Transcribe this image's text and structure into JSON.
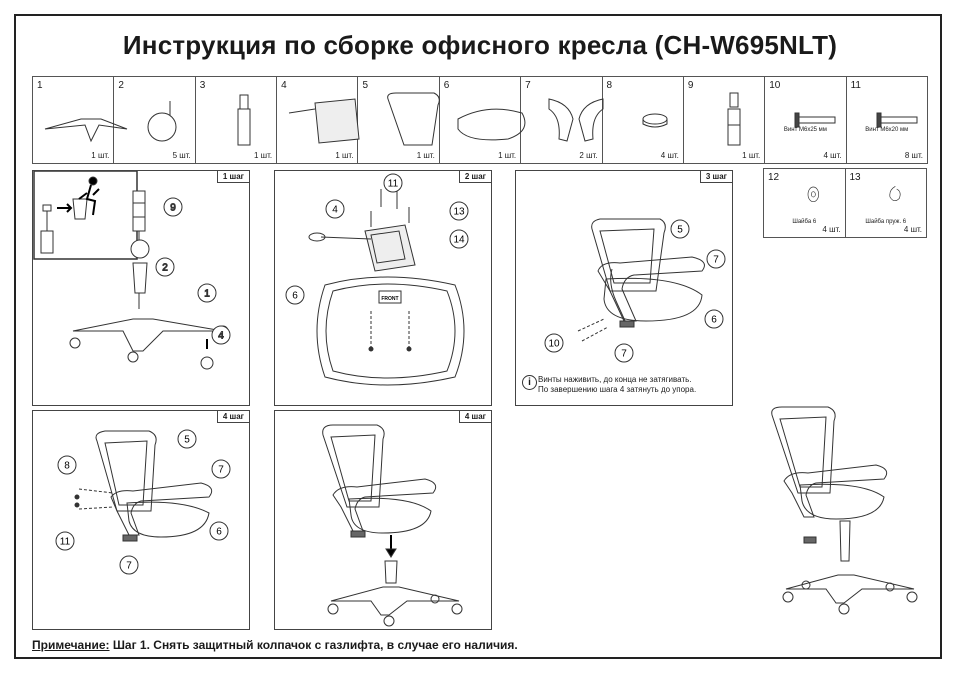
{
  "title": "Инструкция по сборке офисного кресла (CH-W695NLT)",
  "parts": [
    {
      "num": "1",
      "qty": "1 шт.",
      "label": "",
      "icon": "star-base-icon"
    },
    {
      "num": "2",
      "qty": "5 шт.",
      "label": "",
      "icon": "caster-icon"
    },
    {
      "num": "3",
      "qty": "1 шт.",
      "label": "",
      "icon": "gas-lift-icon"
    },
    {
      "num": "4",
      "qty": "1 шт.",
      "label": "",
      "icon": "mechanism-icon"
    },
    {
      "num": "5",
      "qty": "1 шт.",
      "label": "",
      "icon": "backrest-icon"
    },
    {
      "num": "6",
      "qty": "1 шт.",
      "label": "",
      "icon": "seat-icon"
    },
    {
      "num": "7",
      "qty": "2 шт.",
      "label": "",
      "icon": "armrests-icon"
    },
    {
      "num": "8",
      "qty": "4 шт.",
      "label": "",
      "icon": "cap-icon"
    },
    {
      "num": "9",
      "qty": "1 шт.",
      "label": "",
      "icon": "cover-icon"
    },
    {
      "num": "10",
      "qty": "4 шт.",
      "label": "Винт М6х25 мм",
      "icon": "bolt-icon"
    },
    {
      "num": "11",
      "qty": "8 шт.",
      "label": "Винт М6х20 мм",
      "icon": "bolt-icon"
    }
  ],
  "extra_parts": [
    {
      "num": "12",
      "qty": "4 шт.",
      "label": "Шайба 6",
      "icon": "washer-icon"
    },
    {
      "num": "13",
      "qty": "4 шт.",
      "label": "Шайба пруж. 6",
      "icon": "spring-washer-icon"
    }
  ],
  "steps": {
    "s1": "1 шаг",
    "s2": "2 шаг",
    "s3": "3 шаг",
    "s4a": "4 шаг",
    "s4b": "4 шаг"
  },
  "callouts": {
    "step1": [
      "9",
      "2",
      "1",
      "4"
    ],
    "step2": [
      "11",
      "4",
      "13",
      "14",
      "6"
    ],
    "step3": [
      "5",
      "7",
      "6",
      "10",
      "7"
    ],
    "step4": [
      "5",
      "8",
      "7",
      "6",
      "11",
      "7"
    ]
  },
  "front_label": "FRONT",
  "info_lines": [
    "Винты наживить, до конца не затягивать.",
    "По завершению шага 4 затянуть до упора."
  ],
  "info_icon": "i",
  "note_label": "Примечание:",
  "note_text": " Шаг 1. Снять защитный колпачок с газлифта, в случае его наличия."
}
